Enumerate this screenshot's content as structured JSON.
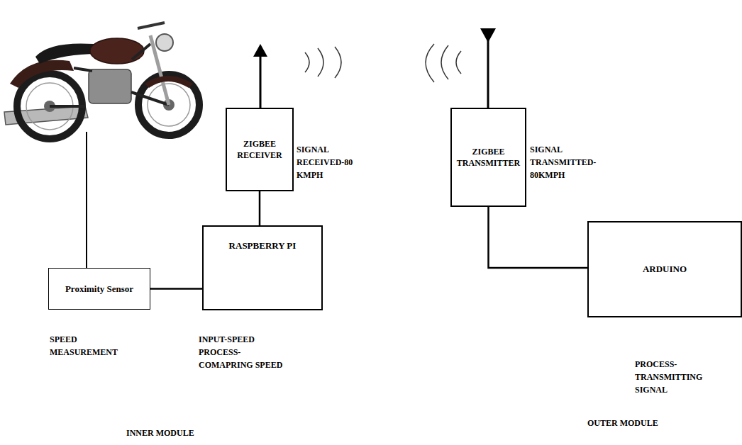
{
  "diagram": {
    "nodes": [
      {
        "text": [
          "Proximity Sensor"
        ]
      },
      {
        "text": [
          "RASPBERRY PI"
        ]
      },
      {
        "text": [
          "ZIGBEE RECEIVER"
        ]
      },
      {
        "text": [
          "ZIGBEE TRANSMITTER"
        ]
      },
      {
        "text": [
          "ARDUINO"
        ]
      }
    ],
    "edges": [
      {
        "from": 0,
        "to": 1,
        "arrow": "none"
      },
      {
        "from": 1,
        "to": 2,
        "arrow": "none"
      },
      {
        "from": 3,
        "to": 4,
        "arrow": "none"
      }
    ],
    "labels": [
      "SIGNAL RECEIVED-80 KMPH",
      "SIGNAL TRANSMITTED-80KMPH",
      "SPEED MEASUREMENT",
      "INPUT-SPEED PROCESS-COMAPRING SPEED",
      "PROCESS-TRANSMITTING SIGNAL",
      "INNER MODULE",
      "OUTER MODULE"
    ]
  }
}
